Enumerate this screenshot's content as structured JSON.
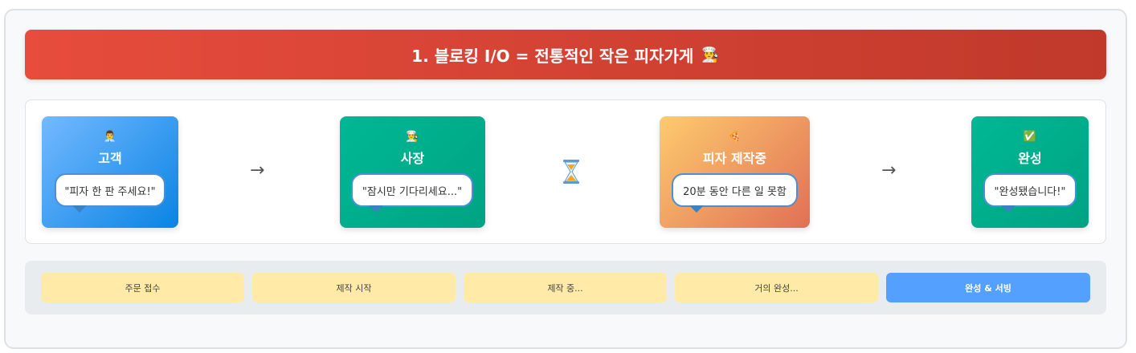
{
  "header": {
    "title": "1. 블로킹 I/O = 전통적인 작은 피자가게",
    "icon": "👨‍🍳"
  },
  "flow": {
    "customer": {
      "icon": "👨‍💼",
      "title": "고객",
      "speech": "\"피자 한 판 주세요!\""
    },
    "owner": {
      "icon": "👨‍🍳",
      "title": "사장",
      "speech": "\"잠시만 기다리세요...\""
    },
    "making": {
      "icon": "🍕",
      "title": "피자 제작중",
      "speech": "20분 동안 다른 일 못함"
    },
    "done": {
      "icon": "✅",
      "title": "완성",
      "speech": "\"완성됐습니다!\""
    },
    "arrow": "→",
    "wait_icon": "hourglass-icon"
  },
  "timeline": {
    "steps": [
      "주문 접수",
      "제작 시작",
      "제작 중...",
      "거의 완성...",
      "완성 & 서빙"
    ],
    "active_index": 4
  },
  "colors": {
    "header": "#e74c3c",
    "customer": "#0984e3",
    "owner": "#00b894",
    "making": "#e17055",
    "step": "#ffeaa7",
    "step_active": "#54a0ff"
  }
}
